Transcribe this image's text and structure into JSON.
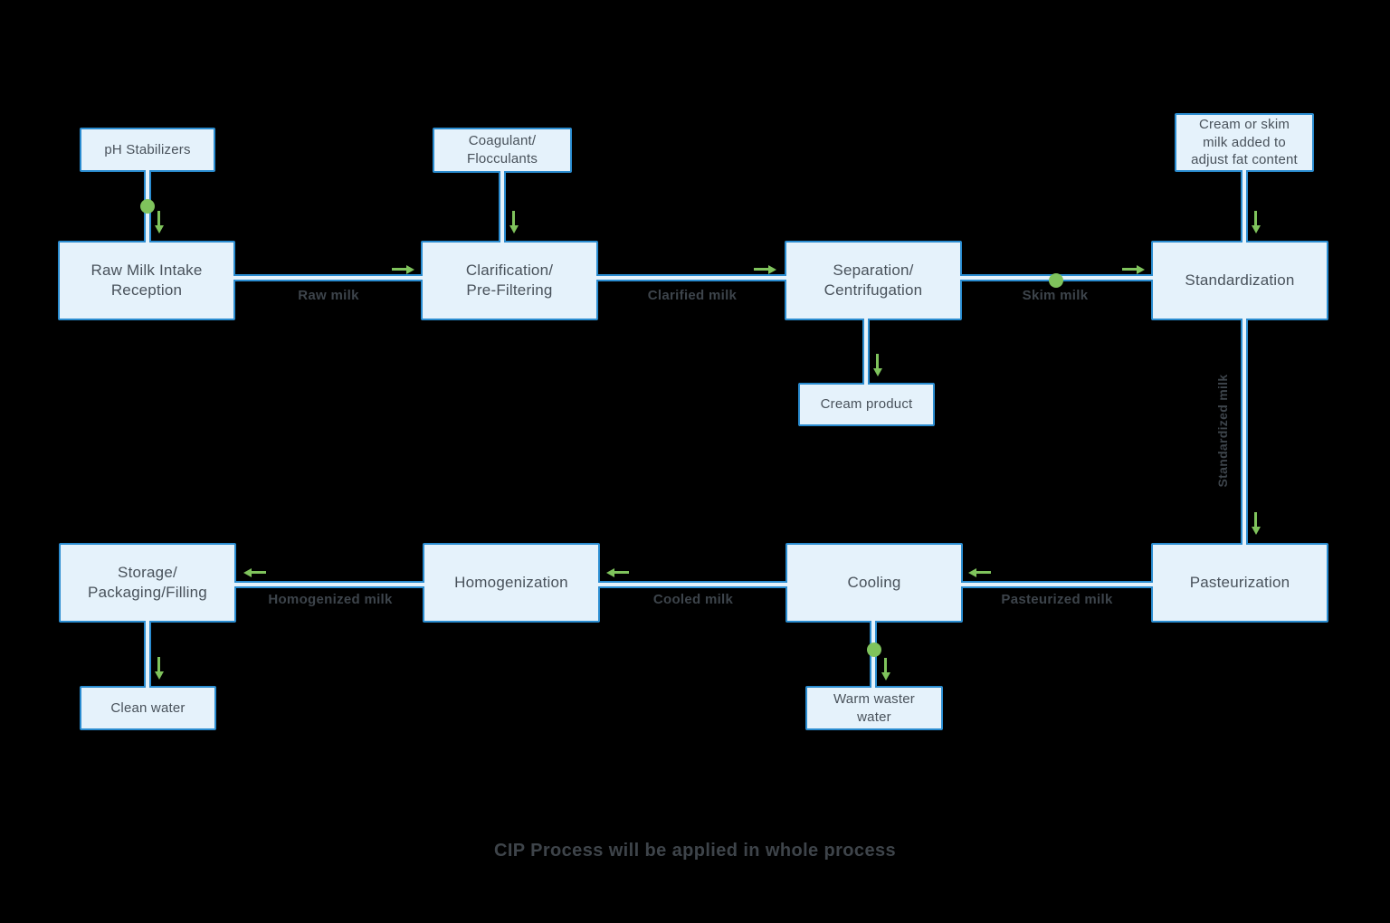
{
  "caption": "CIP Process will be applied in whole process",
  "colors": {
    "background": "#000000",
    "node_fill": "#e5f2fb",
    "node_border": "#2a8cd0",
    "accent_green": "#7fc35c",
    "node_text": "#49525b",
    "label_text": "#3d444b"
  },
  "nodes": {
    "ph_stabilizers": "pH Stabilizers",
    "raw_milk_intake": "Raw Milk Intake\nReception",
    "coagulant": "Coagulant/\nFlocculants",
    "clarification": "Clarification/\nPre-Filtering",
    "separation": "Separation/\nCentrifugation",
    "cream_product": "Cream product",
    "cream_or_skim": "Cream or skim\nmilk added to\nadjust fat content",
    "standardization": "Standardization",
    "pasteurization": "Pasteurization",
    "cooling": "Cooling",
    "warm_waste_water": "Warm waster\nwater",
    "homogenization": "Homogenization",
    "storage": "Storage/\nPackaging/Filling",
    "clean_water": "Clean water"
  },
  "edges": {
    "raw_milk": "Raw milk",
    "clarified_milk": "Clarified milk",
    "skim_milk": "Skim milk",
    "standardized_milk": "Standardized milk",
    "pasteurized_milk": "Pasteurized milk",
    "cooled_milk": "Cooled milk",
    "homogenized_milk": "Homogenized milk"
  }
}
